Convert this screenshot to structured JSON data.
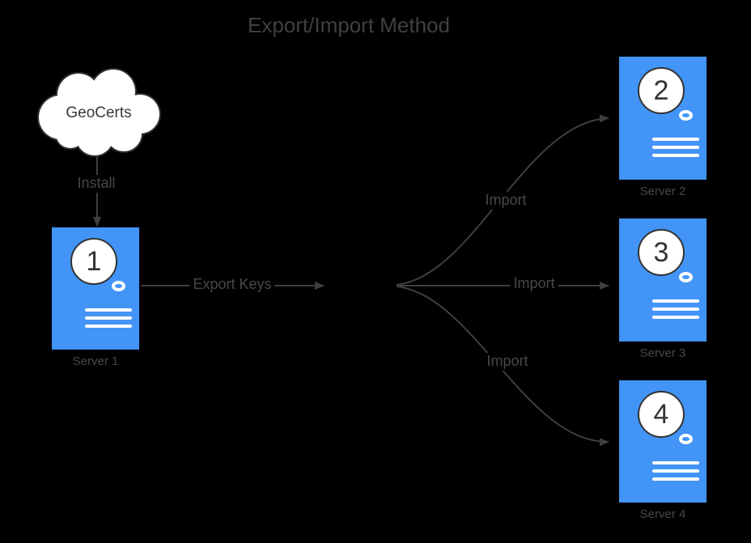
{
  "title": "Export/Import Method",
  "colors": {
    "background": "#000000",
    "server_blue": "#4294f6",
    "line_gray": "#3f3f3f",
    "text_gray": "#46484c",
    "shape_fill": "#ffffff",
    "shape_stroke": "#303030"
  },
  "cloud": {
    "label": "GeoCerts"
  },
  "edges": {
    "install": {
      "label": "Install"
    },
    "export": {
      "label": "Export Keys"
    },
    "import_top": {
      "label": "Import"
    },
    "import_middle": {
      "label": "Import"
    },
    "import_bottom": {
      "label": "Import"
    }
  },
  "servers": [
    {
      "number": "1",
      "label": "Server 1"
    },
    {
      "number": "2",
      "label": "Server 2"
    },
    {
      "number": "3",
      "label": "Server 3"
    },
    {
      "number": "4",
      "label": "Server 4"
    }
  ]
}
